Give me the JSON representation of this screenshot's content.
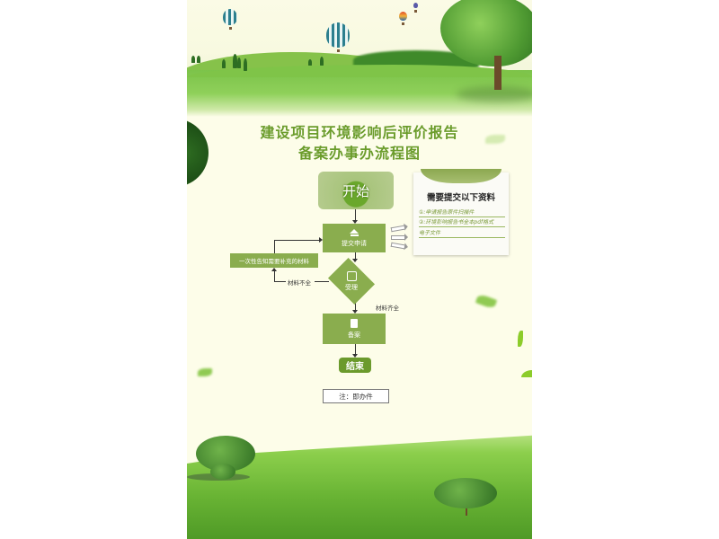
{
  "poster": {
    "title_line1": "建设项目环境影响后评价报告",
    "title_line2": "备案办事办流程图",
    "colors": {
      "title": "#6b9c2a",
      "node": "#8aad4e",
      "end_node": "#6b9a2c",
      "background": "#fdfde9",
      "grass": "#69b434"
    }
  },
  "flow": {
    "start": {
      "label": "开始",
      "icon": "hand-leaf-image"
    },
    "submit": {
      "label": "提交申请",
      "icon": "upload-icon"
    },
    "supplement": {
      "label": "一次性告知需要补充的材料"
    },
    "accept": {
      "label": "受理",
      "icon": "plus-folder-icon"
    },
    "record": {
      "label": "备案",
      "icon": "document-icon"
    },
    "end": {
      "label": "结束"
    },
    "edge_incomplete": "材料不全",
    "edge_complete": "材料齐全",
    "note": "注：即办件"
  },
  "requirements_card": {
    "title": "需要提交以下资料",
    "items": [
      "①:申请报告原件扫描件",
      "②:环境影响报告书全本pdf格式",
      "电子文件"
    ]
  }
}
